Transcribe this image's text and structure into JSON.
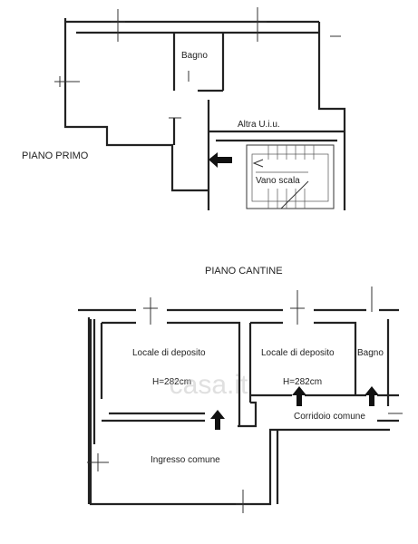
{
  "floors": [
    {
      "title": "PIANO PRIMO",
      "rooms": [
        {
          "label": "Bagno"
        },
        {
          "label": "Altra U.i.u."
        },
        {
          "label": "Vano scala"
        }
      ]
    },
    {
      "title": "PIANO CANTINE",
      "rooms": [
        {
          "label": "Locale di deposito",
          "height": "H=282cm"
        },
        {
          "label": "Locale di deposito",
          "height": "H=282cm"
        },
        {
          "label": "Bagno"
        },
        {
          "label": "Corridoio comune"
        },
        {
          "label": "Ingresso comune"
        }
      ]
    }
  ],
  "watermark": "casa.it",
  "icons": [
    "entrance-arrow-icon"
  ]
}
